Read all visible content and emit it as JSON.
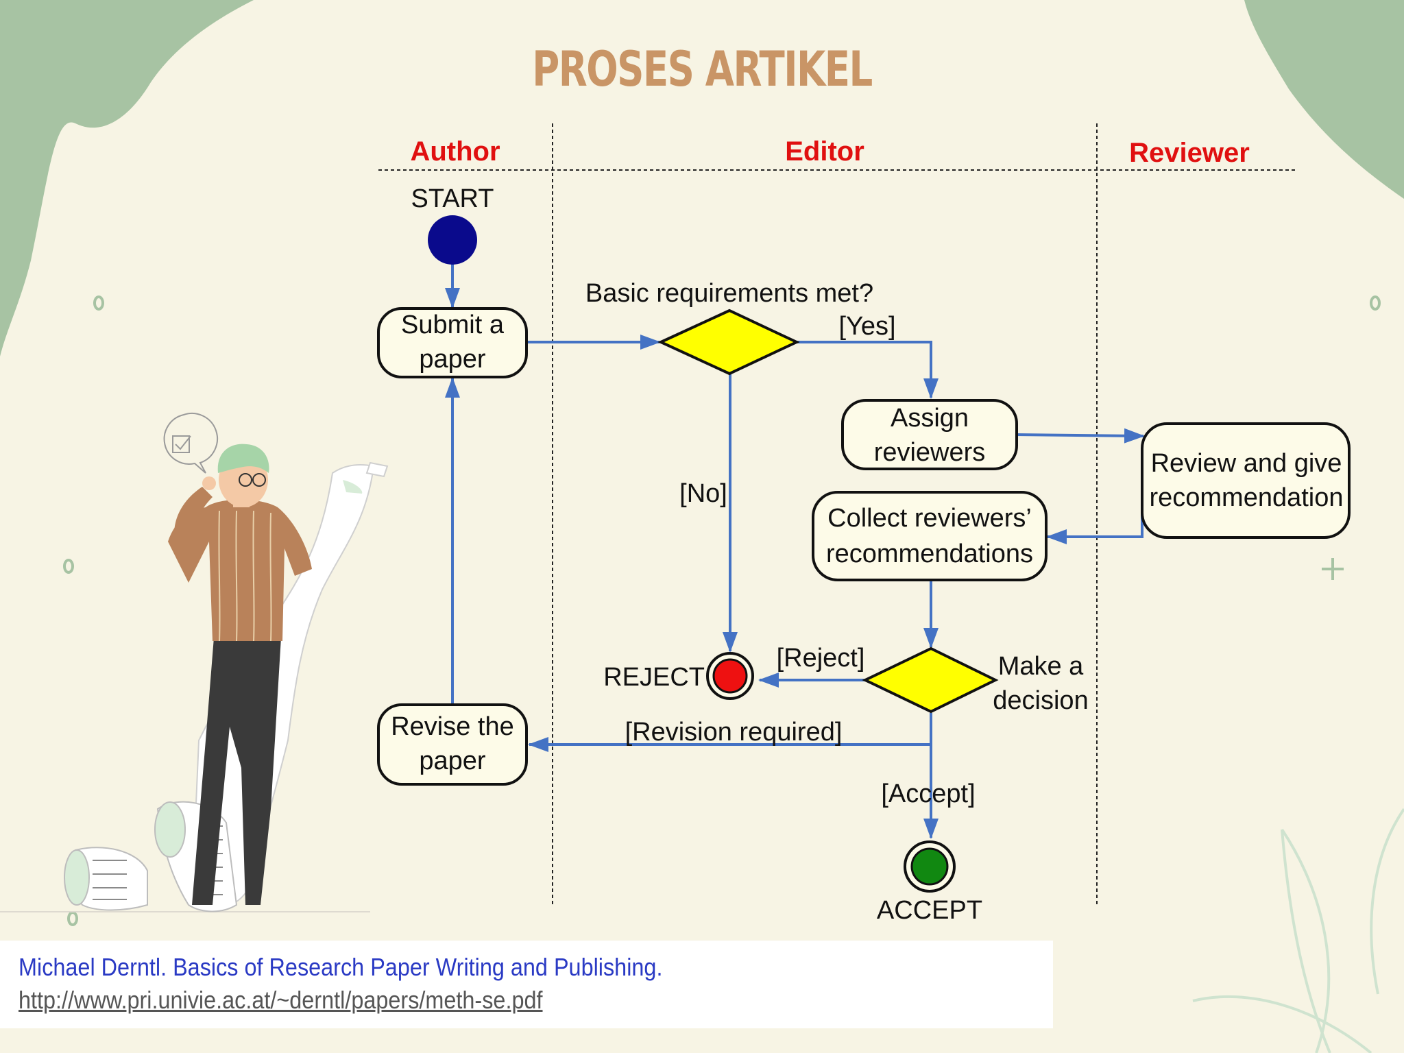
{
  "title": "PROSES ARTIKEL",
  "lanes": {
    "author": "Author",
    "editor": "Editor",
    "reviewer": "Reviewer"
  },
  "nodes": {
    "start": "START",
    "submit": [
      "Submit a",
      "paper"
    ],
    "basic_req": "Basic requirements met?",
    "assign": [
      "Assign",
      "reviewers"
    ],
    "review": [
      "Review and give",
      "recommendation"
    ],
    "collect": [
      "Collect reviewers’",
      "recommendations"
    ],
    "decision": [
      "Make a",
      "decision"
    ],
    "revise": [
      "Revise the",
      "paper"
    ],
    "reject": "REJECT",
    "accept": "ACCEPT"
  },
  "edges": {
    "yes": "[Yes]",
    "no": "[No]",
    "reject": "[Reject]",
    "revision": "[Revision required]",
    "accept": "[Accept]"
  },
  "citation": {
    "text": "Michael Derntl. Basics of Research Paper Writing and Publishing.",
    "link": "http://www.pri.univie.ac.at/~derntl/papers/meth-se.pdf"
  },
  "colors": {
    "title": "#c99566",
    "lane_title": "#e01010",
    "arrow": "#4472c4",
    "diamond": "#ffff00",
    "start": "#0a0a8c",
    "reject": "#ee1111",
    "accept": "#118811",
    "citation_text": "#2a3ac4",
    "blob": "#a7c3a3"
  }
}
